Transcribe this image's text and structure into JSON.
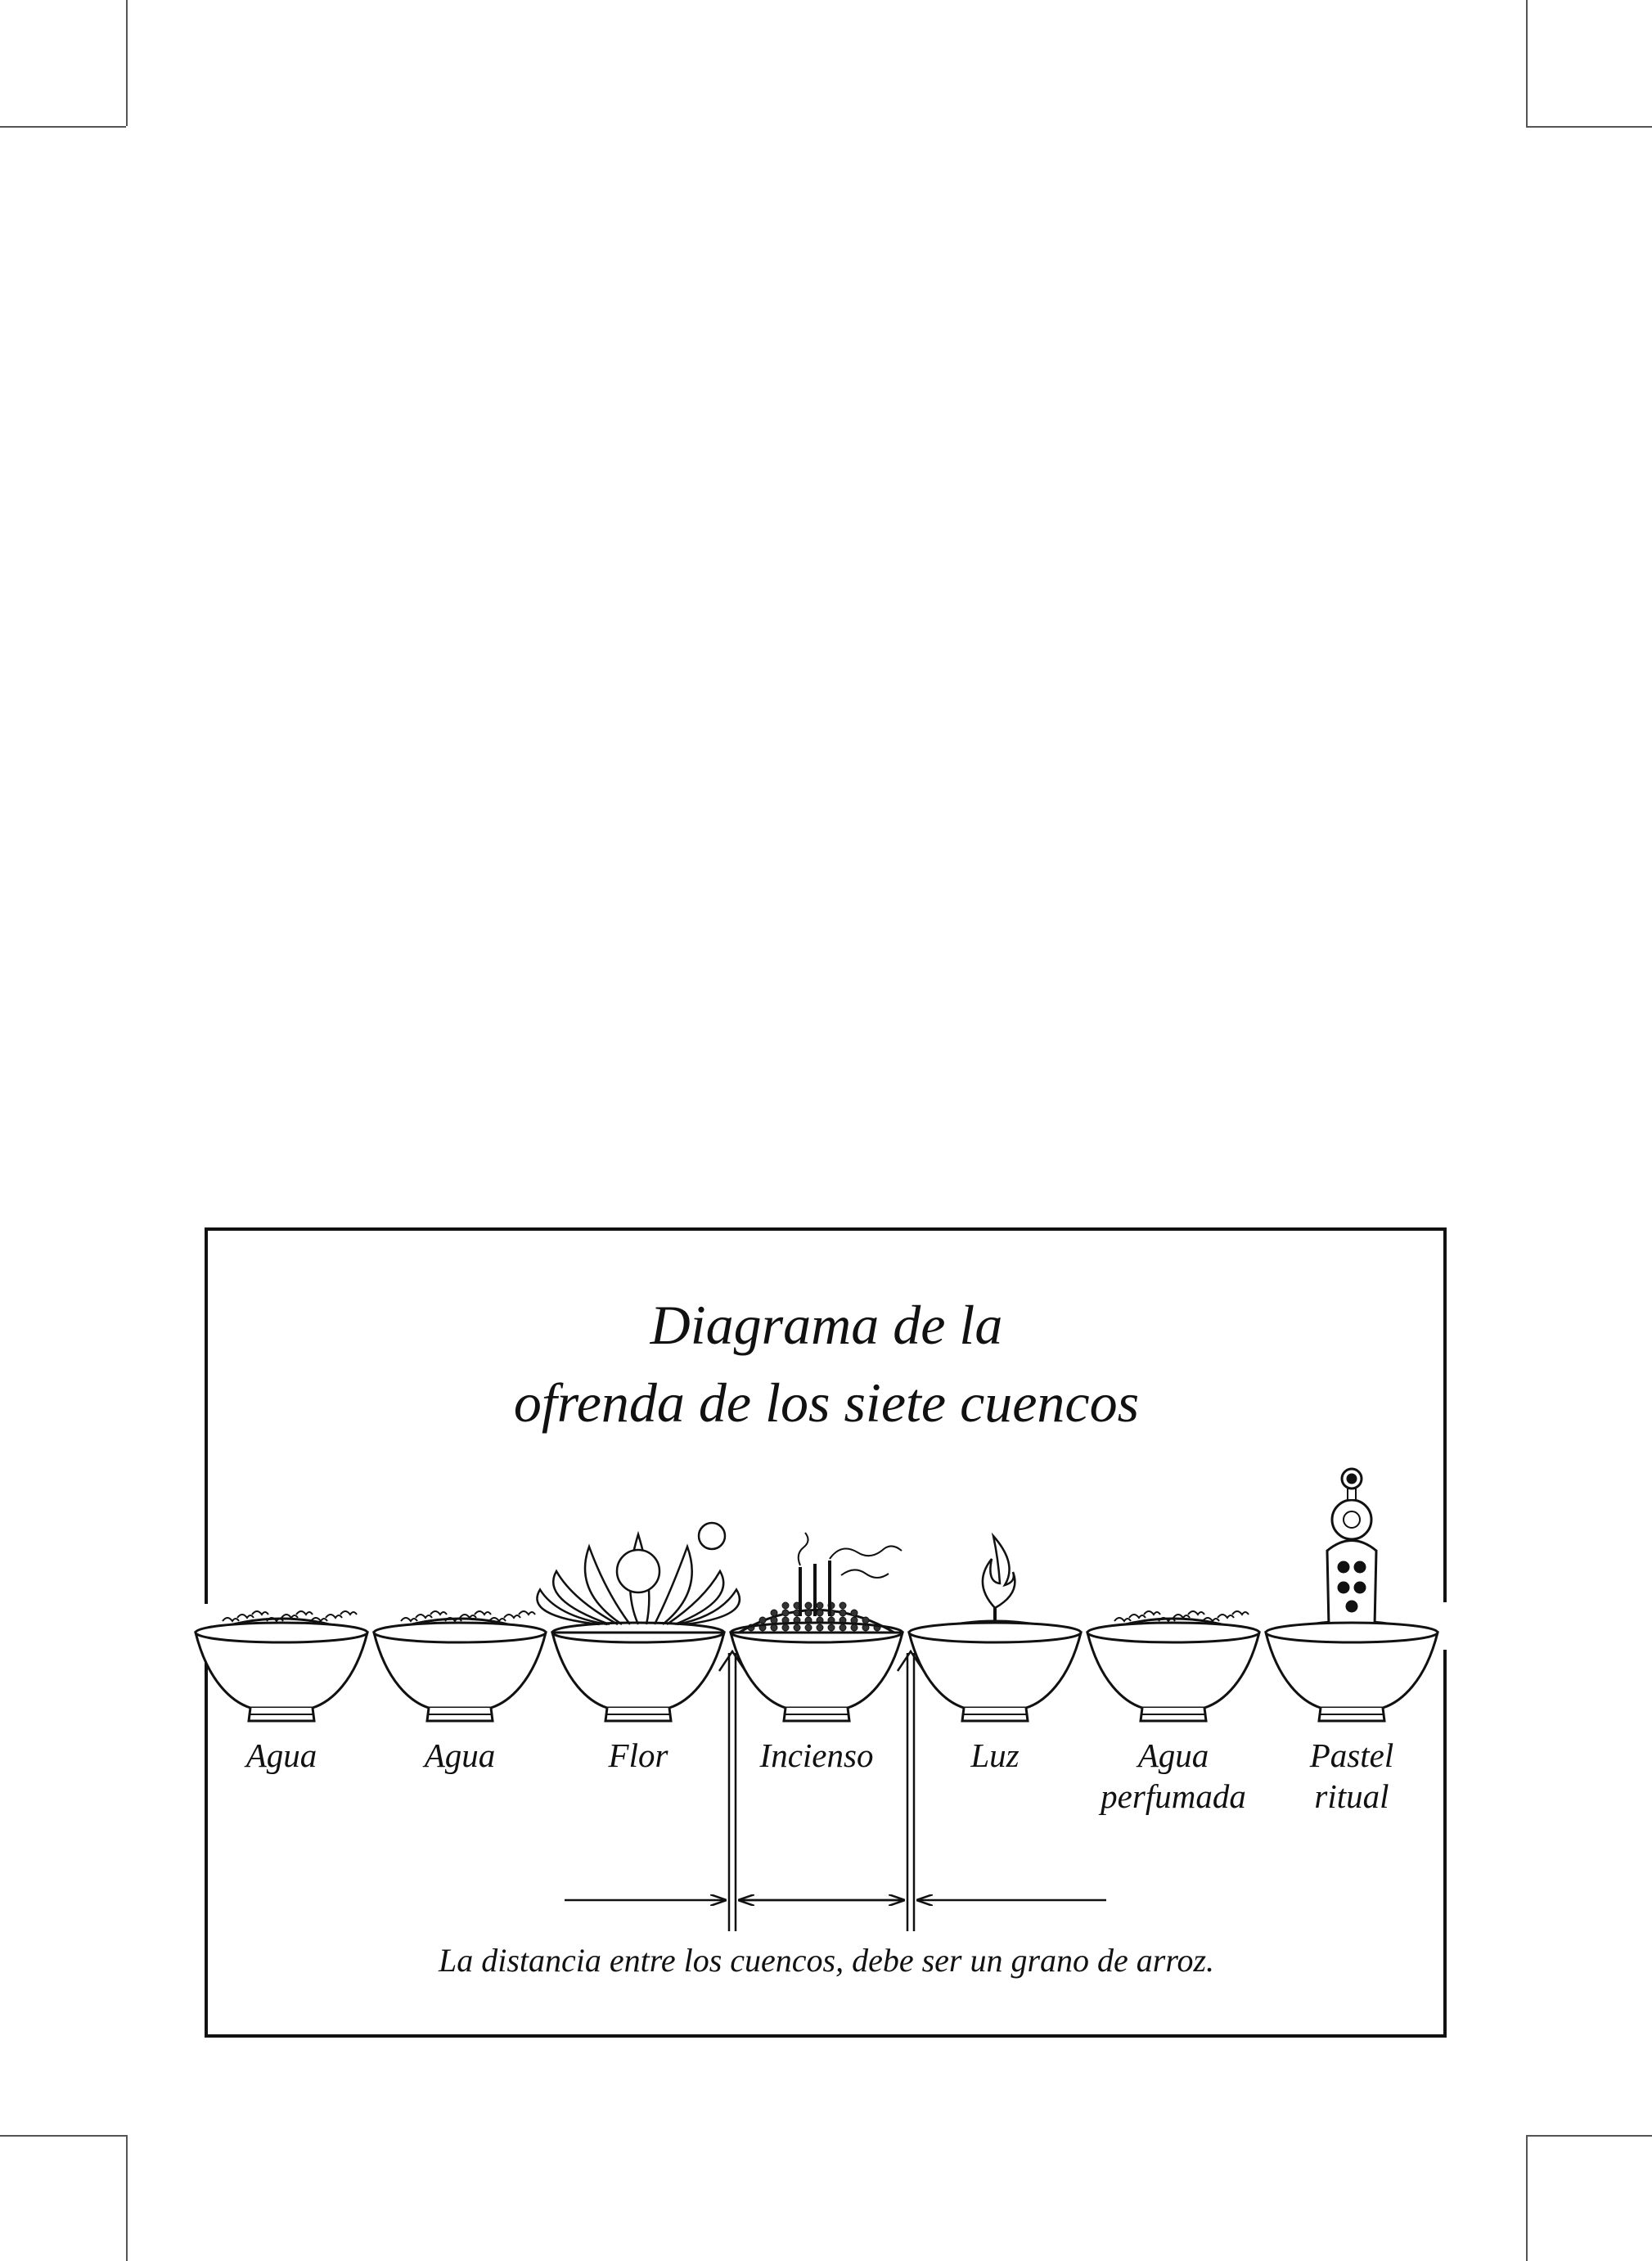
{
  "diagram": {
    "title_line1": "Diagrama de la",
    "title_line2": "ofrenda de los siete cuencos",
    "bowls": [
      {
        "id": "agua-1",
        "label": "Agua",
        "label2": "",
        "content": "water"
      },
      {
        "id": "agua-2",
        "label": "Agua",
        "label2": "",
        "content": "water"
      },
      {
        "id": "flor",
        "label": "Flor",
        "label2": "",
        "content": "flower"
      },
      {
        "id": "incienso",
        "label": "Incienso",
        "label2": "",
        "content": "incense"
      },
      {
        "id": "luz",
        "label": "Luz",
        "label2": "",
        "content": "light"
      },
      {
        "id": "agua-perfumada",
        "label": "Agua",
        "label2": "perfumada",
        "content": "water"
      },
      {
        "id": "pastel-ritual",
        "label": "Pastel",
        "label2": "ritual",
        "content": "torma"
      }
    ],
    "caption": "La distancia entre los cuencos, debe ser un grano de arroz."
  }
}
